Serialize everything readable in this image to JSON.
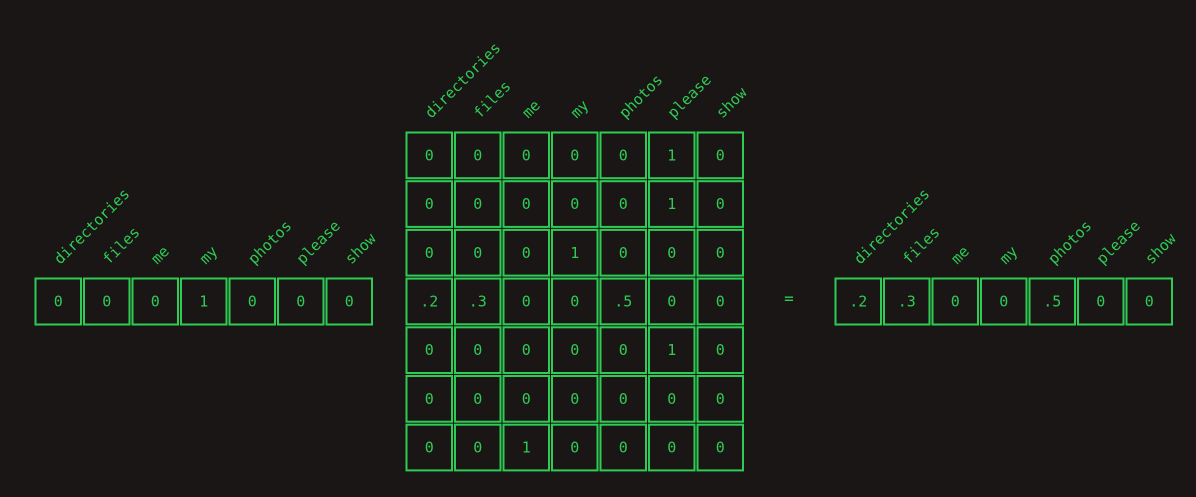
{
  "colors": {
    "background": "#1a1615",
    "accent": "#2ecc54"
  },
  "words": [
    "directories",
    "files",
    "me",
    "my",
    "photos",
    "please",
    "show"
  ],
  "input_vector": [
    "0",
    "0",
    "0",
    "1",
    "0",
    "0",
    "0"
  ],
  "transition_matrix": [
    [
      "0",
      "0",
      "0",
      "0",
      "0",
      "1",
      "0"
    ],
    [
      "0",
      "0",
      "0",
      "0",
      "0",
      "1",
      "0"
    ],
    [
      "0",
      "0",
      "0",
      "1",
      "0",
      "0",
      "0"
    ],
    [
      ".2",
      ".3",
      "0",
      "0",
      ".5",
      "0",
      "0"
    ],
    [
      "0",
      "0",
      "0",
      "0",
      "0",
      "1",
      "0"
    ],
    [
      "0",
      "0",
      "0",
      "0",
      "0",
      "0",
      "0"
    ],
    [
      "0",
      "0",
      "1",
      "0",
      "0",
      "0",
      "0"
    ]
  ],
  "equals_sign": "=",
  "result_vector": [
    ".2",
    ".3",
    "0",
    "0",
    ".5",
    "0",
    "0"
  ]
}
